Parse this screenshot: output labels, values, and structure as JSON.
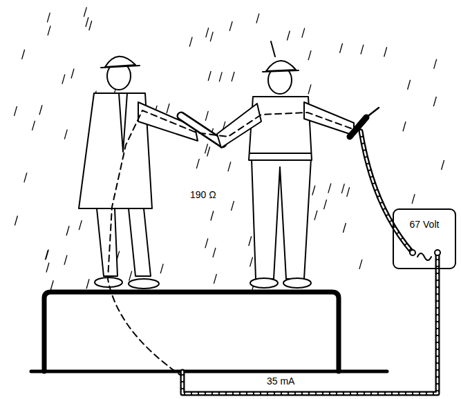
{
  "diagram": {
    "nodes": [
      {
        "text": [
          "67 Volt"
        ]
      }
    ],
    "labels": [
      "190 Ω",
      "35 mA"
    ]
  }
}
